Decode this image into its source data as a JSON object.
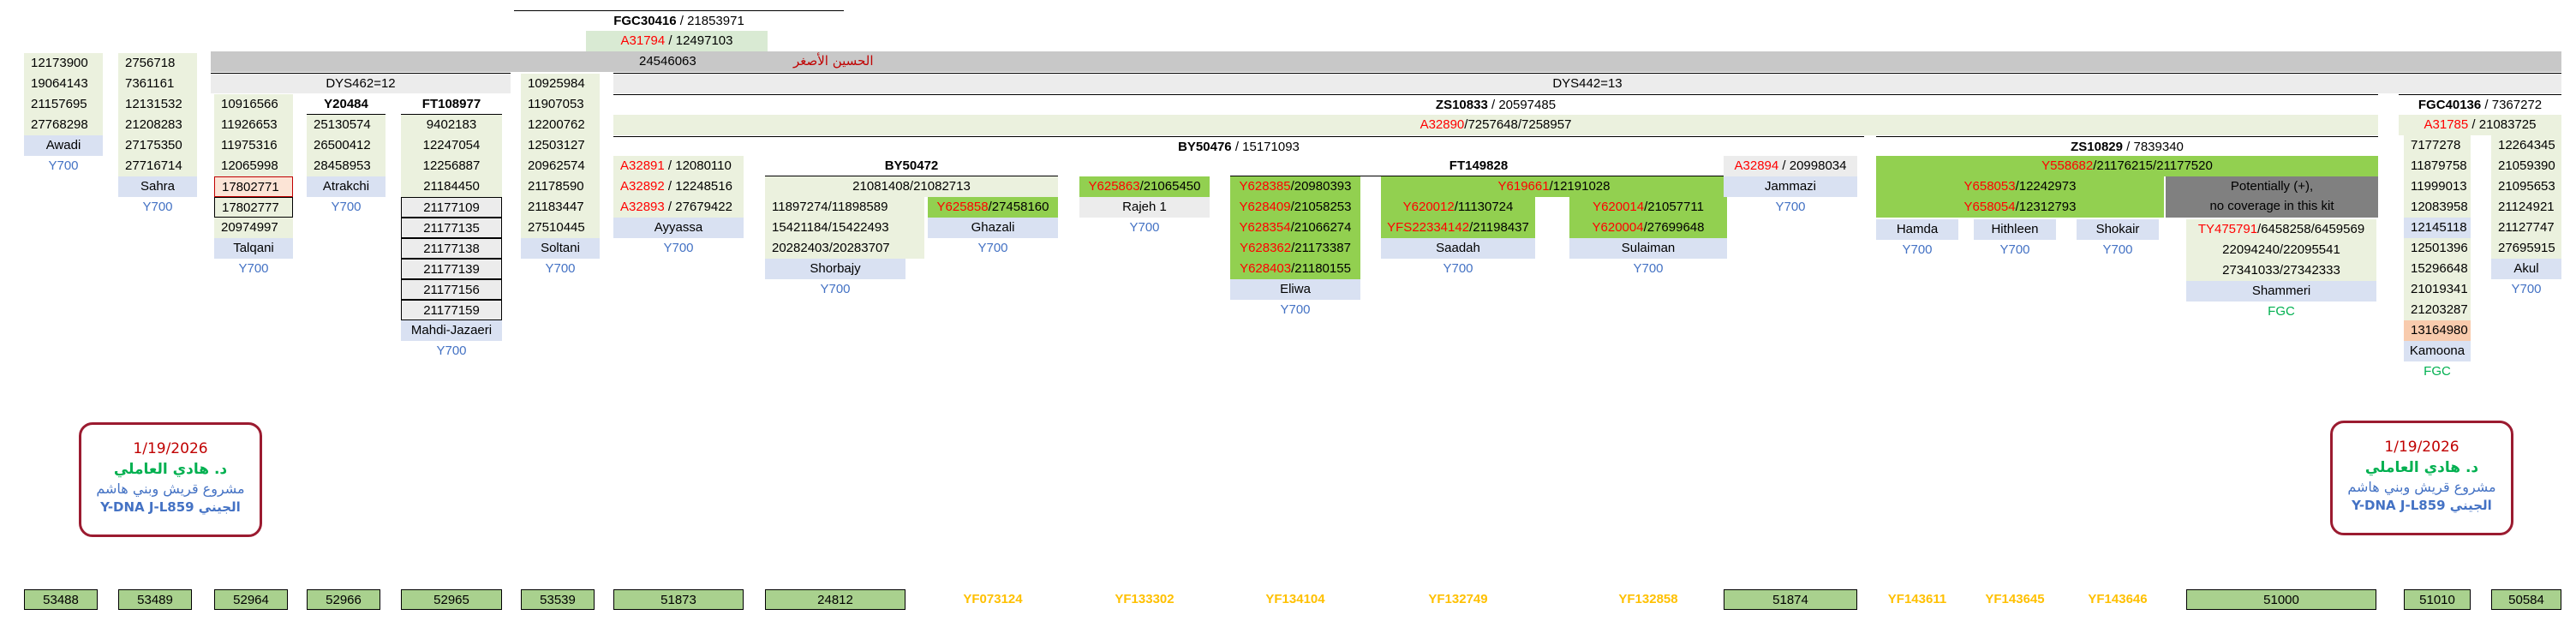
{
  "top": {
    "fgc30416": "FGC30416",
    "fgc30416_rest": " / 21853971",
    "a31794": "A31794",
    "a31794_rest": " / 12497103",
    "b24546063": "24546063",
    "arabic_name": "الحسين الأصغر",
    "dys462": "DYS462=12",
    "dys442": "DYS442=13",
    "zs10833": "ZS10833",
    "zs10833_rest": " / 20597485",
    "a32890": "A32890",
    "a32890_rest": "/7257648/7258957",
    "by50476": "BY50476",
    "by50476_rest": " / 15171093",
    "zs10829": "ZS10829",
    "zs10829_rest": " / 7839340",
    "fgc40136": "FGC40136",
    "fgc40136_rest": " / 7367272",
    "a31785": "A31785",
    "a31785_rest": " / 21083725"
  },
  "col_awadi": {
    "values": [
      "12173900",
      "19064143",
      "21157695",
      "27768298"
    ],
    "name": "Awadi",
    "kit": "Y700",
    "bottom": "53488"
  },
  "col_sahra": {
    "values": [
      "2756718",
      "7361161",
      "12131532",
      "21208283",
      "27175350",
      "27716714"
    ],
    "name": "Sahra",
    "kit": "Y700",
    "bottom": "53489"
  },
  "col_talqani": {
    "values": [
      "10916566",
      "11926653",
      "11975316",
      "12065998"
    ],
    "boxed": [
      "17802771",
      "17802777"
    ],
    "extra": "20974997",
    "name": "Talqani",
    "kit": "Y700",
    "bottom": "52964"
  },
  "col_atrakchi": {
    "header": "Y20484",
    "values": [
      "25130574",
      "26500412",
      "28458953"
    ],
    "name": "Atrakchi",
    "kit": "Y700",
    "bottom": "52966"
  },
  "col_mahdi": {
    "header": "FT108977",
    "values": [
      "9402183",
      "12247054",
      "12256887",
      "21184450"
    ],
    "boxed": [
      "21177109",
      "21177135",
      "21177138",
      "21177139",
      "21177156",
      "21177159"
    ],
    "name": "Mahdi-Jazaeri",
    "kit": "Y700",
    "bottom": "52965"
  },
  "col_soltani": {
    "values": [
      "10925984",
      "11907053",
      "12200762",
      "12503127",
      "20962574",
      "21178590",
      "21183447",
      "27510445"
    ],
    "name": "Soltani",
    "kit": "Y700",
    "bottom": "53539"
  },
  "col_ayyassa": {
    "rows": [
      {
        "red": "A32891",
        "rest": " / 12080110"
      },
      {
        "red": "A32892",
        "rest": " / 12248516"
      },
      {
        "red": "A32893",
        "rest": " / 27679422"
      }
    ],
    "name": "Ayyassa",
    "kit": "Y700",
    "bottom": "51873"
  },
  "col_by50472": {
    "header": "BY50472",
    "sub": "21081408/21082713",
    "shorbajy_values": [
      "11897274/11898589",
      "15421184/15422493",
      "20282403/20283707"
    ],
    "shorbajy_name": "Shorbajy",
    "shorbajy_kit": "Y700",
    "ghazali_red": "Y625858",
    "ghazali_rest": "/27458160",
    "ghazali_name": "Ghazali",
    "ghazali_kit": "Y700",
    "bottom": "24812"
  },
  "col_rajeh": {
    "red": "Y625863",
    "rest": "/21065450",
    "name": "Rajeh 1",
    "kit": "Y700",
    "bottom": "YF073124"
  },
  "col_ft149828": {
    "header": "FT149828",
    "eliwa_rows": [
      {
        "red": "Y628385",
        "rest": "/20980393"
      },
      {
        "red": "Y628409",
        "rest": "/21058253"
      },
      {
        "red": "Y628354",
        "rest": "/21066274"
      },
      {
        "red": "Y628362",
        "rest": "/21173387"
      },
      {
        "red": "Y628403",
        "rest": "/21180155"
      }
    ],
    "eliwa_name": "Eliwa",
    "eliwa_kit": "Y700",
    "y619661_red": "Y619661",
    "y619661_rest": "/12191028",
    "saadah_rows": [
      {
        "red": "Y620012",
        "rest": "/11130724"
      },
      {
        "red": "YFS22334142",
        "rest": "/21198437"
      }
    ],
    "saadah_name": "Saadah",
    "saadah_kit": "Y700",
    "sulaiman_rows": [
      {
        "red": "Y620014",
        "rest": "/21057711"
      },
      {
        "red": "Y620004",
        "rest": "/27699648"
      }
    ],
    "sulaiman_name": "Sulaiman",
    "sulaiman_kit": "Y700"
  },
  "col_jammazi": {
    "red": "A32894",
    "rest": " / 20998034",
    "name": "Jammazi",
    "kit": "Y700",
    "bottom": "51874"
  },
  "col_zs10829": {
    "red": "Y558682",
    "rest": "/21176215/21177520",
    "r2_red": "Y658053",
    "r2_rest": "/12242973",
    "r3_red": "Y658054",
    "r3_rest": "/12312793",
    "potential": "Potentially (+),",
    "potential2": "no coverage in this kit",
    "hamda": "Hamda",
    "hithleen": "Hithleen",
    "shokair": "Shokair",
    "kit": "Y700"
  },
  "col_shammeri": {
    "red": "TY475791",
    "rest": "/6458258/6459569",
    "values": [
      "22094240/22095541",
      "27341033/27342333"
    ],
    "name": "Shammeri",
    "kit": "FGC",
    "bottom": "51000"
  },
  "col_kamoona": {
    "values": [
      "7177278",
      "11879758",
      "11999013",
      "12083958",
      "12145118",
      "12501396",
      "15296648",
      "21019341",
      "21203287"
    ],
    "peach": "13164980",
    "name": "Kamoona",
    "kit": "FGC",
    "bottom": "51010"
  },
  "col_akul": {
    "values": [
      "12264345",
      "21059390",
      "21095653",
      "21124921",
      "21127747",
      "27695915"
    ],
    "name": "Akul",
    "kit": "Y700",
    "bottom": "50584"
  },
  "bottoms_yellow": [
    "YF133302",
    "YF134104",
    "YF132749",
    "YF132858",
    "YF143611",
    "YF143645",
    "YF143646"
  ],
  "stamp": {
    "date": "1/19/2026",
    "name": "د. هادي العاملي",
    "project": "مشروع قريش وبني هاشم",
    "kit": "Y-DNA J-L859 الجيني"
  }
}
